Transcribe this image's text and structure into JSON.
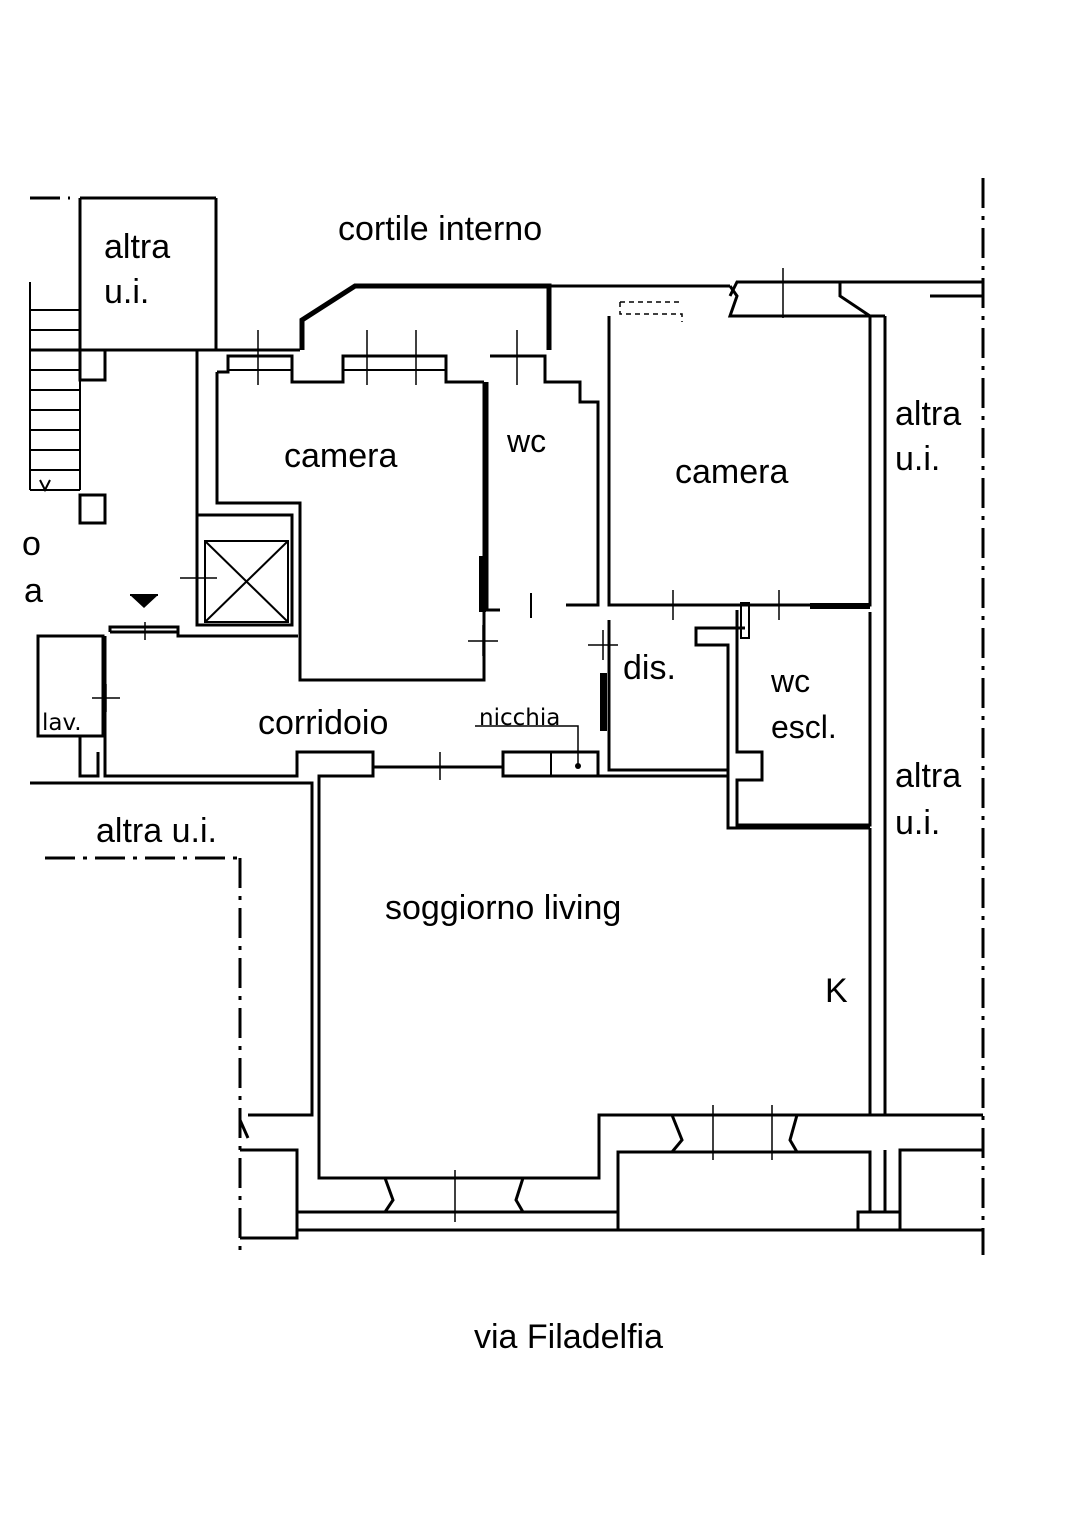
{
  "plan": {
    "courtyard_label": "cortile interno",
    "street_label": "via Filadelfia",
    "rooms": {
      "other_unit_top_left": [
        "altra",
        "u.i."
      ],
      "bedroom_left": "camera",
      "bathroom_top": "wc",
      "bedroom_right": "camera",
      "other_unit_right_upper": [
        "altra",
        "u.i."
      ],
      "cut_label_o": "o",
      "cut_label_a": "a",
      "corridor": "corridoio",
      "niche": "nicchia",
      "laundry": "lav.",
      "closet": "dis.",
      "bathroom_ensuite": [
        "wc",
        "escl."
      ],
      "other_unit_right_lower": [
        "altra",
        "u.i."
      ],
      "other_unit_left": "altra u.i.",
      "living_room": "soggiorno living",
      "kitchen_mark": "K"
    }
  }
}
